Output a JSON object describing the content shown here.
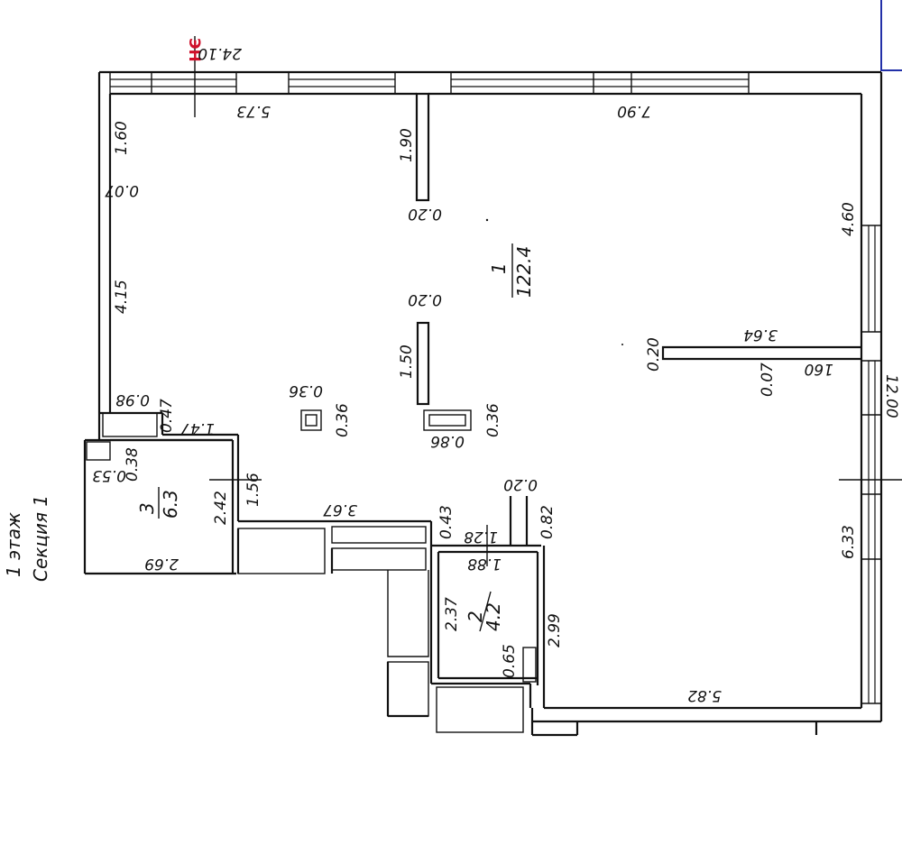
{
  "floor_label": "1 этаж",
  "section_label": "Секция 1",
  "section_marker": "ЭН",
  "rooms": [
    {
      "number": "1",
      "area": "122.4"
    },
    {
      "number": "2",
      "area": "4.2"
    },
    {
      "number": "3",
      "area": "6.3"
    }
  ],
  "dims": {
    "overall_width": "24.10",
    "overall_height": "12.00",
    "top_left": "5.73",
    "top_right": "7.90",
    "left_top": "1.60",
    "left_small": "0.07",
    "left_mid": "4.15",
    "wall_a_len": "1.90",
    "wall_a_thk": "0.20",
    "right_upper": "4.60",
    "right_lower": "6.33",
    "stub_len": "3.64",
    "stub_thk": "0.20",
    "right_gap": "0.07",
    "right_160": "160",
    "col_center_thk": "0.20",
    "col_center_len": "1.50",
    "col_small_w": "0.36",
    "col_small_h": "0.36",
    "col_wide_w": "0.86",
    "col_wide_h": "0.36",
    "r3_top": "0.98",
    "r3_047": "0.47",
    "r3_147": "1.47",
    "r3_038": "0.38",
    "r3_053": "0.53",
    "r3_242": "2.42",
    "r3_156": "1.56",
    "r3_bottom": "2.69",
    "corridor": "3.67",
    "c_043": "0.43",
    "c_128": "1.28",
    "c_020": "0.20",
    "c_082": "0.82",
    "r2_188": "1.88",
    "r2_237": "2.37",
    "r2_299": "2.99",
    "r2_065": "0.65",
    "bottom": "5.82"
  },
  "colors": {
    "lines": "#111111",
    "marker": "#d0102b",
    "frame": "#2230a8"
  }
}
